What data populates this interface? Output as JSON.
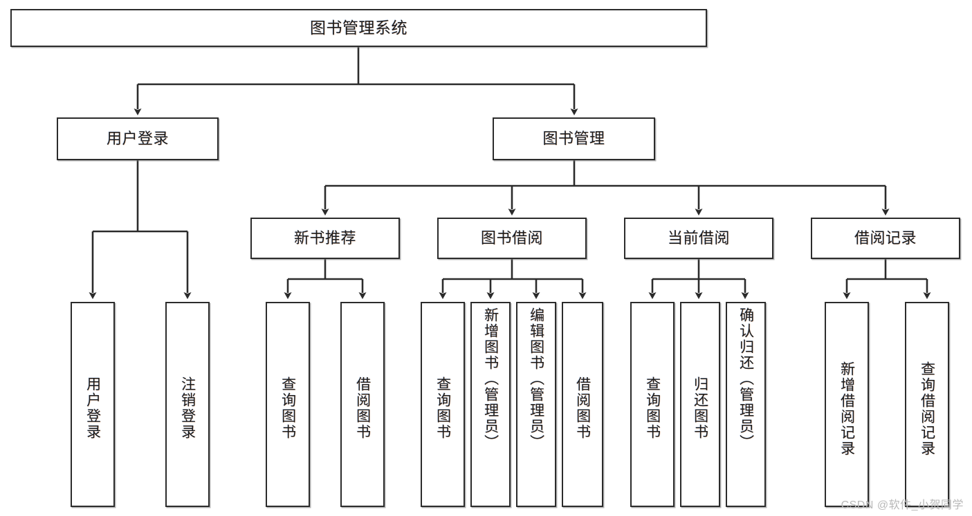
{
  "diagram": {
    "title": "图书管理系统",
    "type": "hierarchy-tree",
    "orientation": "top-down",
    "colors": {
      "box_border": "#2b2b2b",
      "box_fill": "#ffffff",
      "connector": "#2b2b2b",
      "text": "#1c1c1c",
      "watermark": "#b9b9b9",
      "canvas": "#ffffff"
    }
  },
  "root": {
    "label": "图书管理系统"
  },
  "level2": [
    {
      "label": "用户登录"
    },
    {
      "label": "图书管理"
    }
  ],
  "level3": [
    {
      "label": "新书推荐"
    },
    {
      "label": "图书借阅"
    },
    {
      "label": "当前借阅"
    },
    {
      "label": "借阅记录"
    }
  ],
  "leaves": {
    "user_login": [
      {
        "label": "用户登录"
      },
      {
        "label": "注销登录"
      }
    ],
    "new_book": [
      {
        "label": "查询图书"
      },
      {
        "label": "借阅图书"
      }
    ],
    "borrow_book": [
      {
        "label": "查询图书"
      },
      {
        "label": "新增图书（管理员）"
      },
      {
        "label": "编辑图书（管理员）"
      },
      {
        "label": "借阅图书"
      }
    ],
    "current_borrow": [
      {
        "label": "查询图书"
      },
      {
        "label": "归还图书"
      },
      {
        "label": "确认归还（管理员）"
      }
    ],
    "borrow_record": [
      {
        "label": "新增借阅记录"
      },
      {
        "label": "查询借阅记录"
      }
    ]
  },
  "watermark": {
    "text": "CSDN @软件_小贺同学"
  }
}
